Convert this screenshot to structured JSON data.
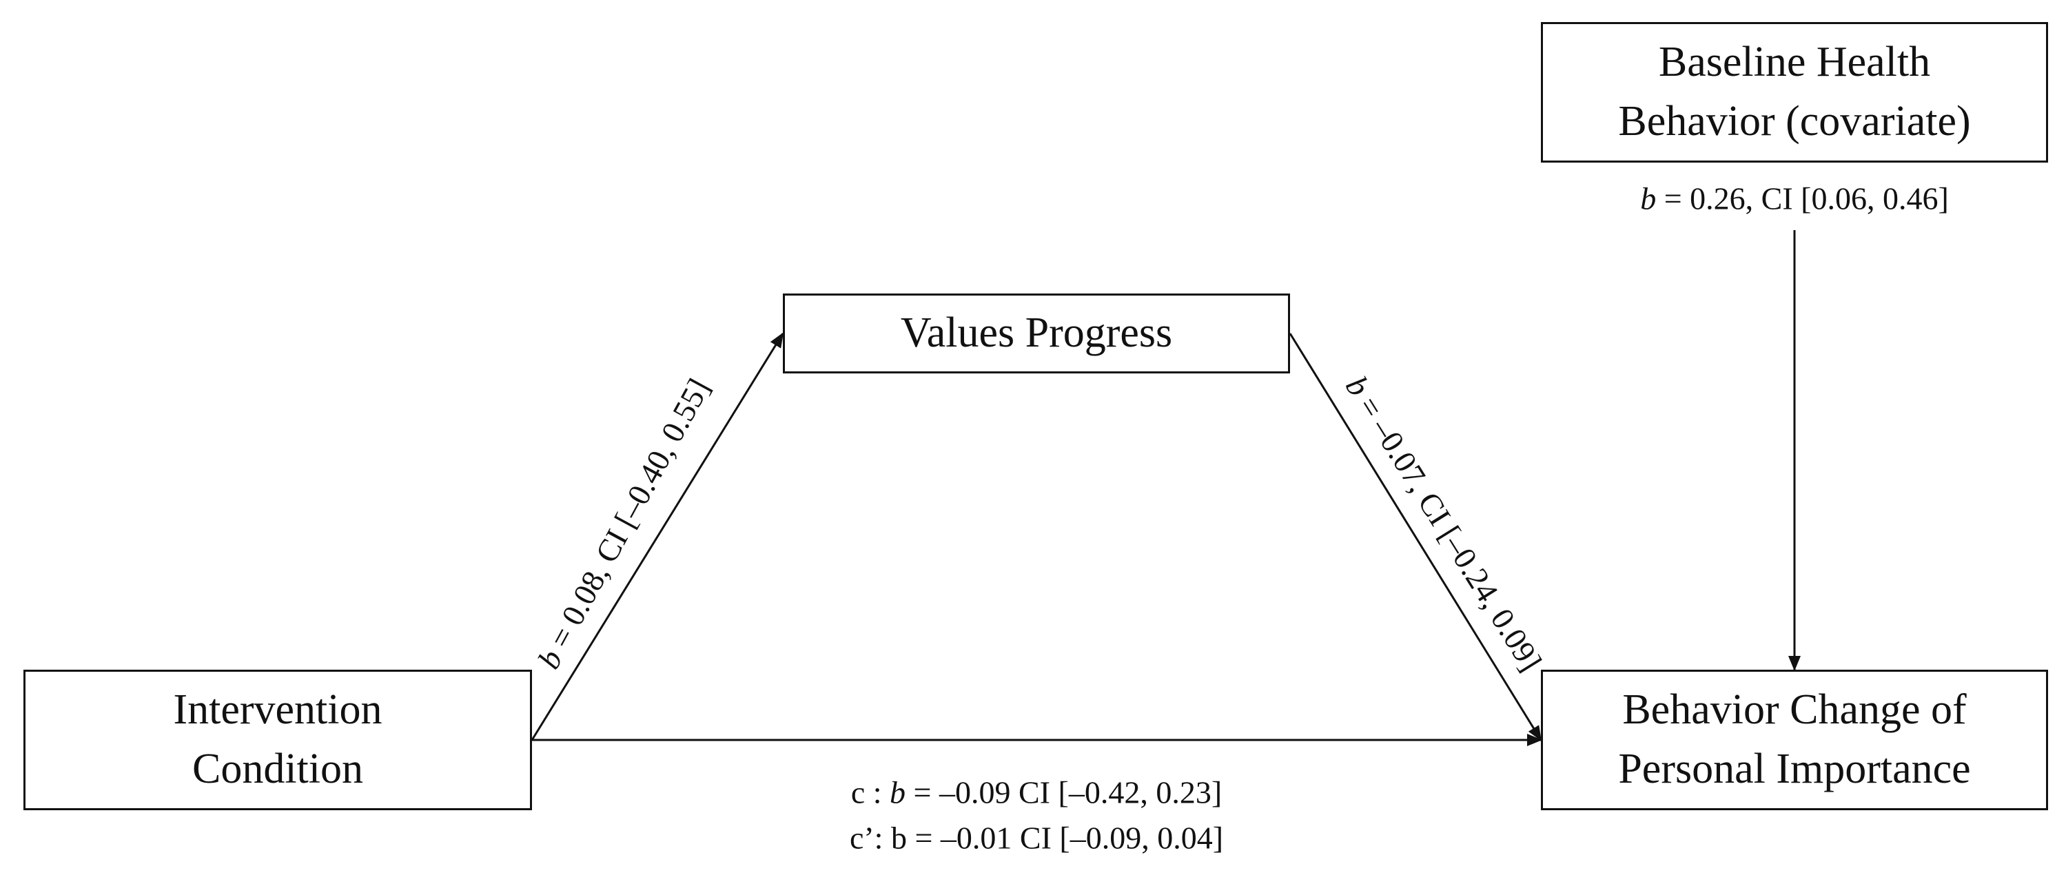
{
  "nodes": {
    "intervention": "Intervention\nCondition",
    "values_progress": "Values Progress",
    "baseline": "Baseline Health\nBehavior (covariate)",
    "outcome": "Behavior Change of\nPersonal Importance"
  },
  "paths": {
    "a": {
      "coef_symbol": "b",
      "coef_rest": " = 0.08, CI [–0.40, 0.55]"
    },
    "b": {
      "coef_symbol": "b",
      "coef_rest": " = –0.07, CI [–0.24, 0.09]"
    },
    "covariate": {
      "coef_symbol": "b",
      "coef_rest": " = 0.26, CI [0.06,  0.46]"
    },
    "c": {
      "prefix": "c : ",
      "coef_symbol": "b",
      "coef_rest": " = –0.09 CI [–0.42, 0.23]"
    },
    "c_prime": "c’: b = –0.01 CI [–0.09, 0.04]"
  }
}
